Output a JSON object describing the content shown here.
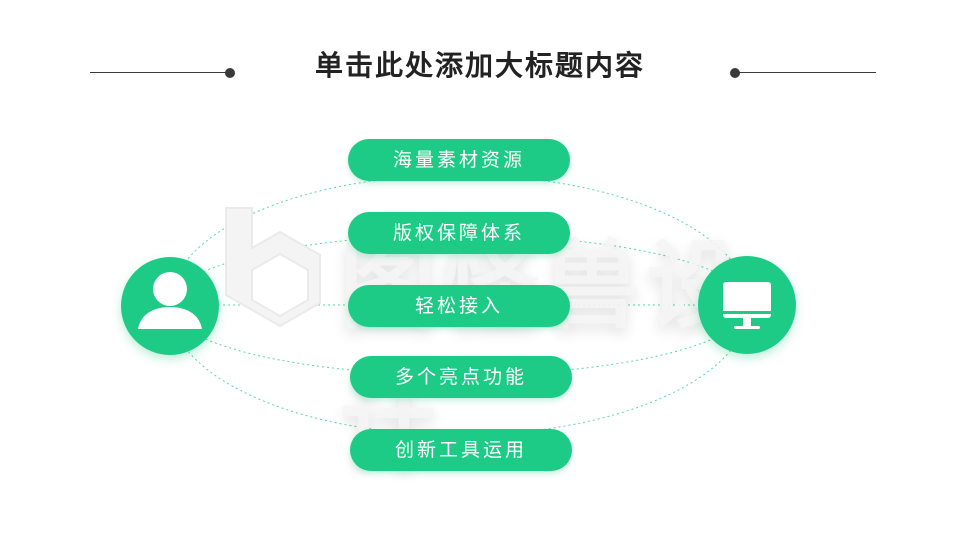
{
  "title": "单击此处添加大标题内容",
  "watermark": "图怪兽设计",
  "items": [
    {
      "label": "海量素材资源"
    },
    {
      "label": "版权保障体系"
    },
    {
      "label": "轻松接入"
    },
    {
      "label": "多个亮点功能"
    },
    {
      "label": "创新工具运用"
    }
  ],
  "nodes": {
    "left_icon": "user-icon",
    "right_icon": "monitor-icon"
  },
  "colors": {
    "accent": "#1ecb86",
    "title": "#222222",
    "rule": "#3a3a3a"
  }
}
